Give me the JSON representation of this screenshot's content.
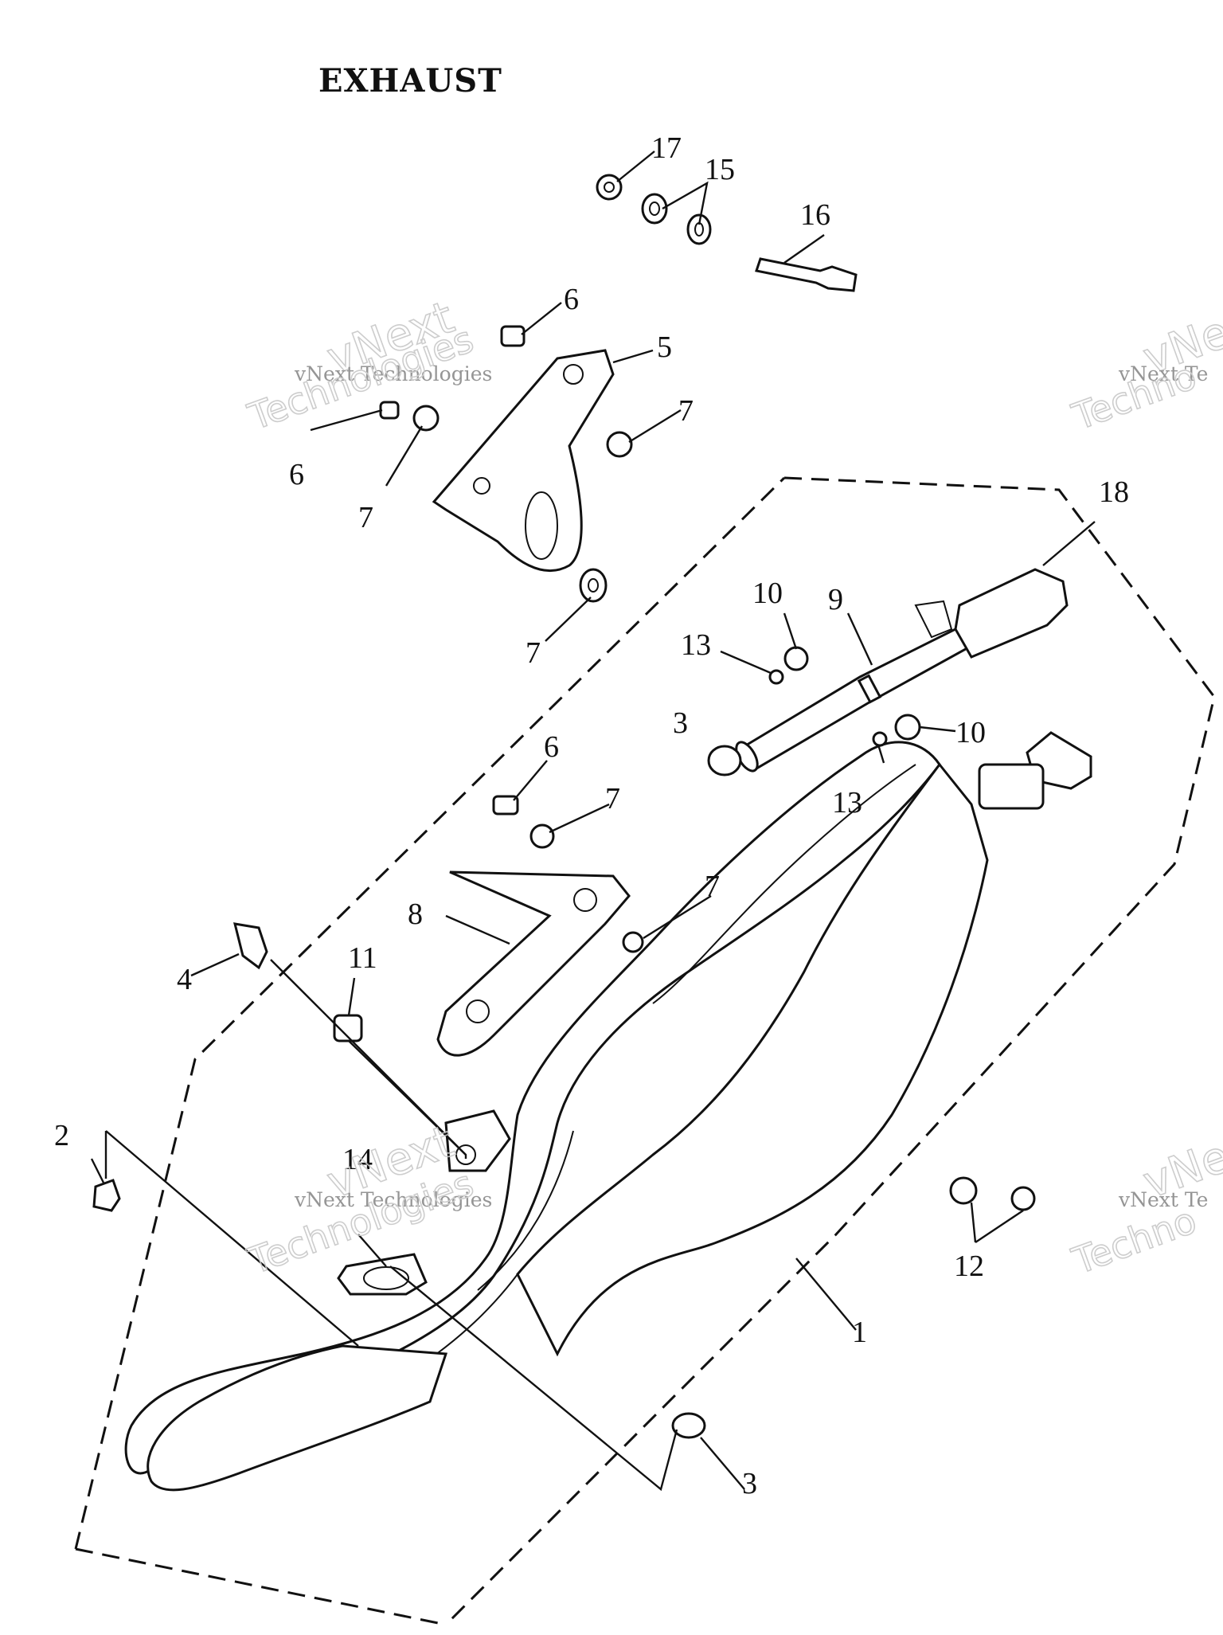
{
  "title": "EXHAUST",
  "watermark": {
    "line1": "vNext Technologies",
    "line2": "vNext",
    "line3": "Technologies",
    "line1_partial": "vNext Te",
    "line2_partial": "vNe",
    "line3_partial": "Techno"
  },
  "callouts": [
    "17",
    "15",
    "16",
    "6",
    "5",
    "6",
    "7",
    "7",
    "7",
    "18",
    "10",
    "9",
    "13",
    "3",
    "10",
    "13",
    "6",
    "7",
    "8",
    "7",
    "4",
    "11",
    "2",
    "14",
    "12",
    "1",
    "3"
  ]
}
